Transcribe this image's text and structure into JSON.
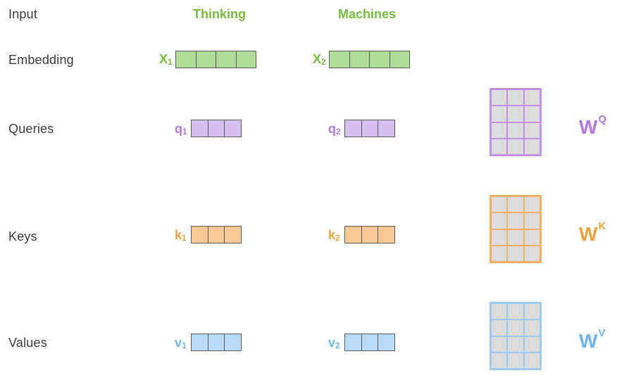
{
  "rows": {
    "input": "Input",
    "embedding": "Embedding",
    "queries": "Queries",
    "keys": "Keys",
    "values": "Values"
  },
  "words": [
    "Thinking",
    "Machines"
  ],
  "symbols": {
    "x1": {
      "base": "X",
      "sub": "1"
    },
    "x2": {
      "base": "X",
      "sub": "2"
    },
    "q1": {
      "base": "q",
      "sub": "1"
    },
    "q2": {
      "base": "q",
      "sub": "2"
    },
    "k1": {
      "base": "k",
      "sub": "1"
    },
    "k2": {
      "base": "k",
      "sub": "2"
    },
    "v1": {
      "base": "v",
      "sub": "1"
    },
    "v2": {
      "base": "v",
      "sub": "2"
    }
  },
  "weights": {
    "wq": {
      "base": "W",
      "sup": "Q"
    },
    "wk": {
      "base": "W",
      "sup": "K"
    },
    "wv": {
      "base": "W",
      "sup": "V"
    }
  },
  "colors": {
    "embedding": "#76bd3f",
    "query": "#b276e0",
    "key": "#f0a13f",
    "value": "#6fb3ef"
  },
  "dimensions": {
    "embedding_cells": 4,
    "vector_cells": 3,
    "matrix_rows": 4,
    "matrix_cols": 3
  }
}
